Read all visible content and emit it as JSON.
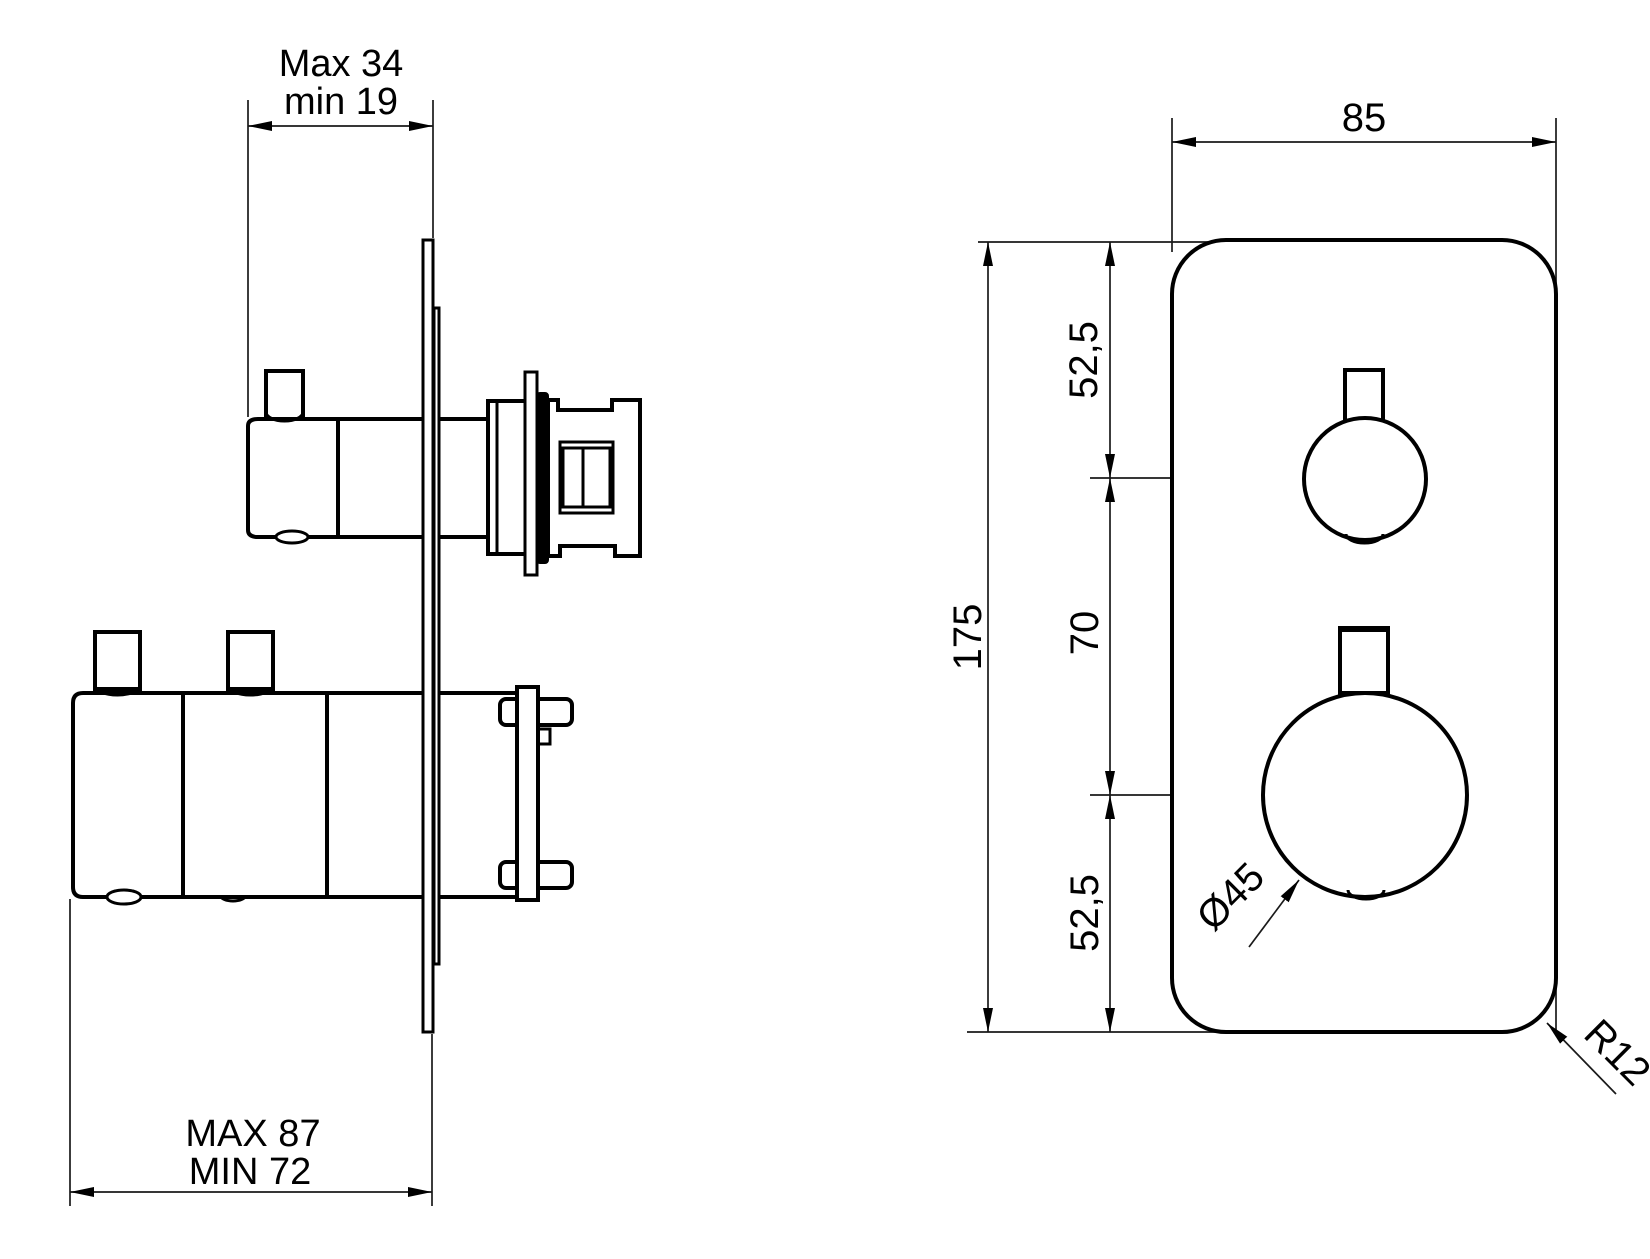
{
  "drawing": {
    "background_color": "#ffffff",
    "line_color": "#000000",
    "side_view": {
      "dims": {
        "depth_max": "Max 34",
        "depth_min": "min 19",
        "width_max": "MAX 87",
        "width_min": "MIN 72"
      }
    },
    "front_view": {
      "dims": {
        "plate_width": "85",
        "plate_height": "175",
        "top_offset": "52,5",
        "knob_spacing": "70",
        "bottom_offset": "52,5",
        "knob_diameter": "Ø45",
        "corner_radius": "R12"
      }
    }
  }
}
